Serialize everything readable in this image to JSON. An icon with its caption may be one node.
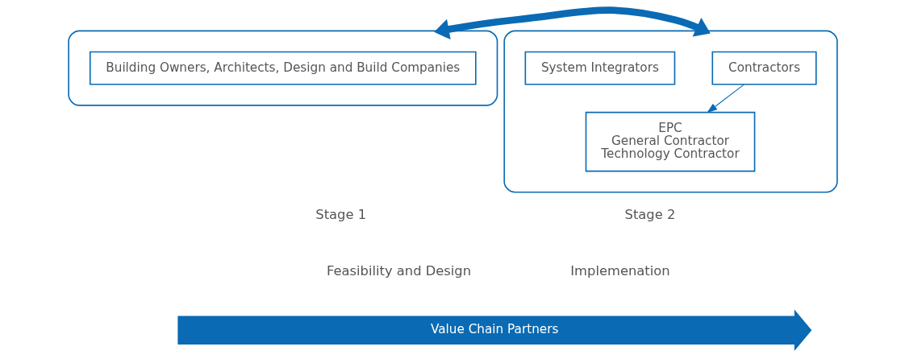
{
  "diagram": {
    "nodes": [
      {
        "text": [],
        "shape": "box"
      },
      {
        "text": [
          "Building Owners, Architects, Design and Build Companies"
        ],
        "in": 0
      },
      {
        "text": [],
        "shape": "box"
      },
      {
        "text": [
          "Contractors"
        ],
        "in": 2
      },
      {
        "text": [
          "System Integrators"
        ],
        "in": 2
      },
      {
        "text": [
          "EPC",
          "General Contractor",
          "Technology Contractor"
        ],
        "in": 2
      },
      {
        "text": [
          "Value Chain Partners"
        ]
      }
    ],
    "edges": [
      {
        "from": 0,
        "to": 2,
        "arrow": "both",
        "style": "thick"
      },
      {
        "from": 3,
        "to": 5,
        "arrow": "to"
      }
    ],
    "labels": [
      "Stage 1",
      "Feasibility and Design",
      "Stage 2",
      "Implemenation"
    ]
  }
}
